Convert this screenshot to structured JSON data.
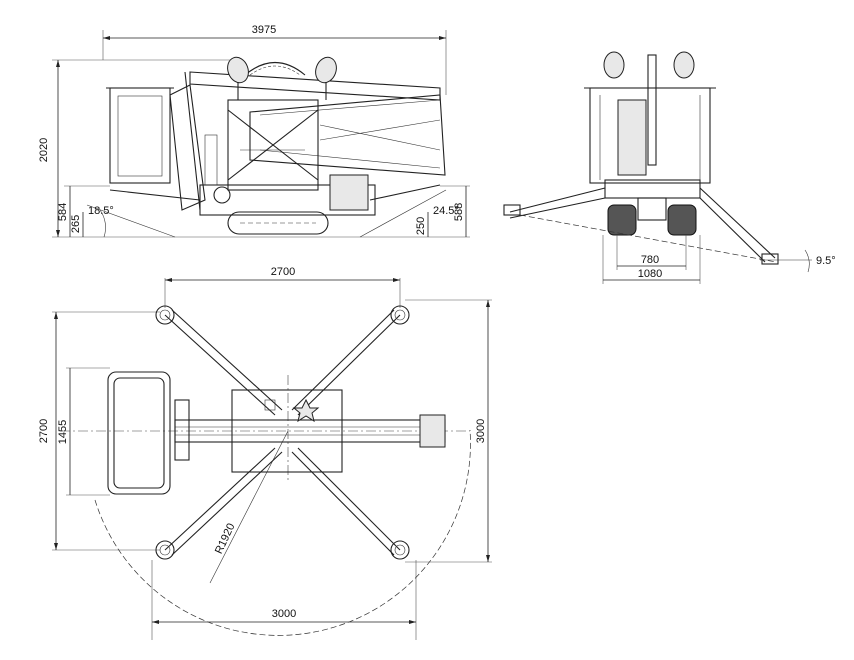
{
  "dimensions": {
    "side_length": "3975",
    "side_height": "2020",
    "side_outrigger_height": "584",
    "side_left_angle": "18.5°",
    "side_ground_clear_left": "265",
    "side_ground_clear_right": "250",
    "side_right_angle": "24.5°",
    "side_right_height": "588",
    "front_track_inner": "780",
    "front_track_outer": "1080",
    "front_angle": "9.5°",
    "top_span_top": "2700",
    "top_span_left": "2700",
    "top_basket_width": "1455",
    "top_span_right": "3000",
    "top_span_bottom": "3000",
    "top_radius": "R1920"
  }
}
